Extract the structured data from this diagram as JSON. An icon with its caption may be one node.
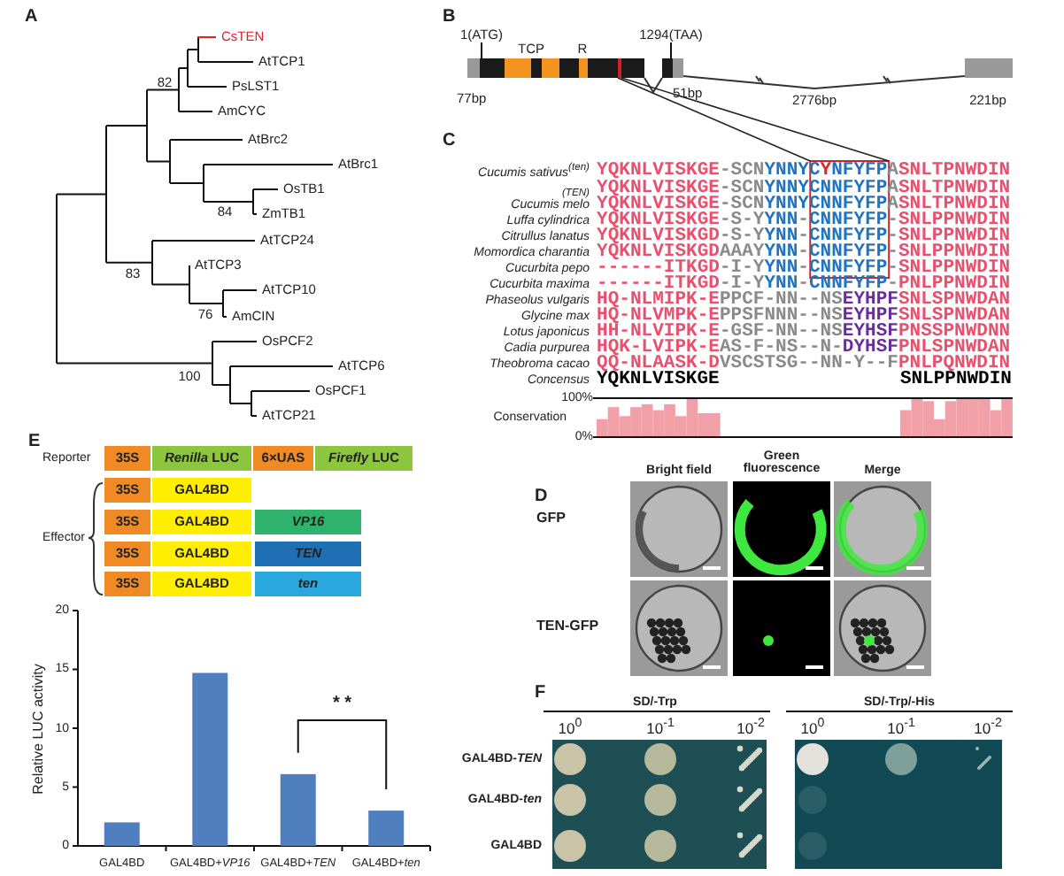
{
  "diagram": {
    "labels": [
      "A",
      "CsTEN",
      "AtTCP1",
      "PsLST1",
      "AmCYC",
      "AtBrc2",
      "AtBrc1",
      "OsTB1",
      "ZmTB1",
      "AtTCP24",
      "AtTCP3",
      "AtTCP10",
      "AmCIN",
      "OsPCF2",
      "AtTCP6",
      "OsPCF1",
      "AtTCP21",
      "82",
      "84",
      "83",
      "76",
      "100",
      "B",
      "1(ATG)",
      "1294(TAA)",
      "TCP",
      "R",
      "77bp",
      "51bp",
      "2776bp",
      "221bp",
      "C",
      "Cucumis sativus$^{(ten)}$",
      "$_{(TEN)}$",
      "Cucumis melo",
      "Luffa cylindrica",
      "Citrullus lanatus",
      "Momordica charantia",
      "Cucurbita pepo",
      "Cucurbita maxima",
      "Phaseolus vulgaris",
      "Glycine max",
      "Lotus japonicus",
      "Cadia purpurea",
      "Theobroma cacao",
      "Concensus",
      "Conservation",
      "100%",
      "0%",
      "YQKNLVISKGE-SCNYNNYCYNFYFPASNLTPNWDIN",
      "YQKNLVISKGE-SCNYNNYCNNFYFPASNLTPNWDIN",
      "YQKNLVISKGE-SCNYNNYCNNFYFPASNLTPNWDIN",
      "YQKNLVISKGE-S-YYNN-CNNFYFP-SNLPPNWDIN",
      "YQKNLVISKGD-S-YYNN-CNNFYFP-SNLPPNWDIN",
      "YQKNLVISKGDAAAYYNN-CNNFYFP-SNLPPNWDIN",
      "------ITKGD-I-YYNN-CNNFYFP-SNLPPNWDIN",
      "------ITKGD-I-YYNN-CNNFYFP-PNLPPNWDIN",
      "HQ-NLMIPK-EPPCF-NN--NSEYHPFSNLSPNWDAN",
      "HQ-NLVMPK-EPPSFNNN--NSEYHPFSNLSPNWDAN",
      "HH-NLVIPK-E-GSF-NN--NSEYHSFPNSSPNWDNN",
      "HQK-LVIPK-EAS-F-NS--N-DYHSFPNLSPNWDAN",
      "QQ-NLAASK-DVSCSTSG--NN-Y--FPNLPQNWDIN",
      "YQKNLVISKGE",
      "SNLPPNWDIN",
      "D",
      "Bright field",
      "Green fluorescence",
      "Merge",
      "GFP",
      "TEN-GFP",
      "E",
      "Reporter",
      "35S",
      "*Renilla* LUC",
      "6×UAS",
      "*Firefly* LUC",
      "Effector",
      "35S",
      "GAL4BD",
      "35S",
      "GAL4BD",
      "*VP16*",
      "35S",
      "GAL4BD",
      "*TEN*",
      "35S",
      "GAL4BD",
      "*ten*",
      "F",
      "SD/-Trp",
      "SD/-Trp/-His",
      "10$^{0}$",
      "10$^{-1}$",
      "10$^{-2}$",
      "10$^{0}$",
      "10$^{-1}$",
      "10$^{-2}$",
      "GAL4BD-*TEN*",
      "GAL4BD-*ten*",
      "GAL4BD"
    ],
    "chart_data": {
      "type": "bar",
      "ylabel": "Relative LUC activity",
      "categories": [
        "GAL4BD",
        "GAL4BD+*VP16*",
        "GAL4BD+*TEN*",
        "GAL4BD+*ten*"
      ],
      "series": [
        {
          "color": "#4f7fbf",
          "values": [
            2.0,
            14.7,
            6.1,
            3.0
          ]
        }
      ],
      "ylim": [
        0,
        20
      ],
      "yticks": [
        0,
        5,
        10,
        15,
        20
      ],
      "annotations": [
        {
          "text": "* *"
        }
      ]
    }
  }
}
